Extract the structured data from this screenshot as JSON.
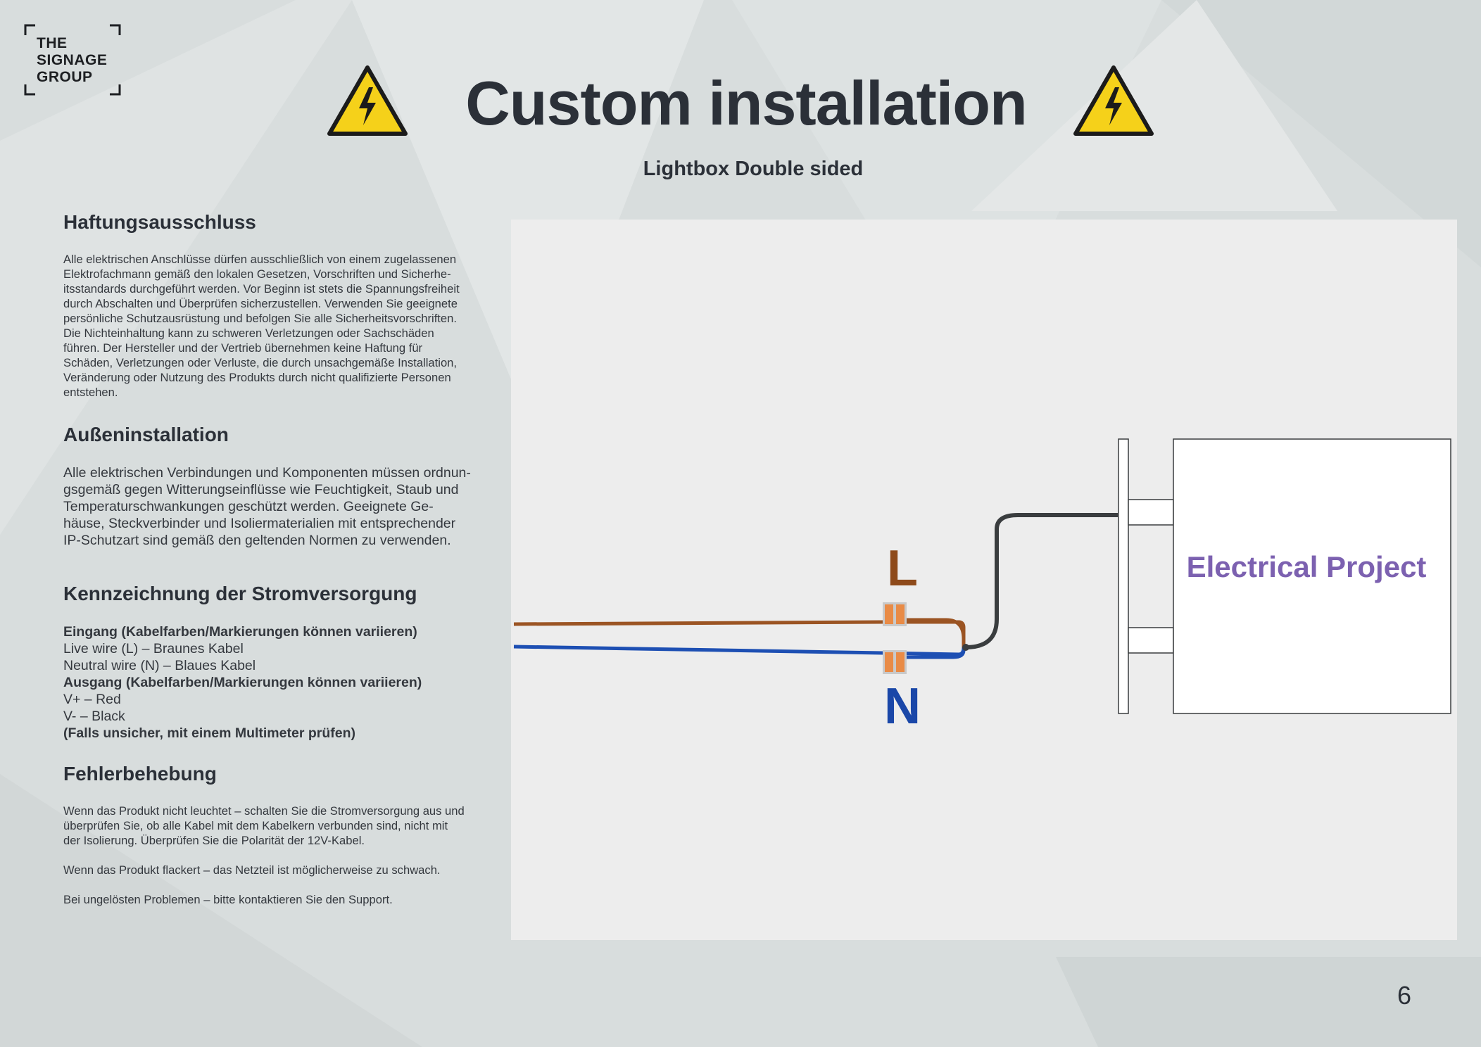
{
  "logo": {
    "lines": [
      "THE",
      "SIGNAGE",
      "GROUP"
    ]
  },
  "header": {
    "title": "Custom installation",
    "subtitle": "Lightbox Double sided"
  },
  "icons": {
    "warning": "high-voltage-warning-icon"
  },
  "colors": {
    "live_wire": "#9b5423",
    "neutral_wire": "#1d4fb3",
    "output_cable": "#3a3d3f",
    "connector": "#e98b46",
    "warning_yellow": "#f5d11a",
    "project_label": "#7c61b0"
  },
  "sections": {
    "disclaimer": {
      "heading": "Haftungsausschluss",
      "lines": [
        "Alle elektrischen Anschlüsse dürfen ausschließlich von einem zugelassenen",
        "Elektrofachmann gemäß den lokalen Gesetzen, Vorschriften und Sicherhe-",
        "itsstandards durchgeführt werden. Vor Beginn ist stets die Spannungsfreiheit",
        "durch Abschalten und Überprüfen sicherzustellen. Verwenden Sie geeignete",
        "persönliche Schutzausrüstung und befolgen Sie alle Sicherheitsvorschriften.",
        "Die Nichteinhaltung kann zu schweren Verletzungen oder Sachschäden",
        "führen. Der Hersteller und der Vertrieb übernehmen keine Haftung für",
        "Schäden, Verletzungen oder Verluste, die durch unsachgemäße Installation,",
        "Veränderung oder Nutzung des Produkts durch nicht qualifizierte Personen",
        "entstehen."
      ]
    },
    "outdoor": {
      "heading": "Außeninstallation",
      "lines": [
        "Alle elektrischen Verbindungen und Komponenten müssen ordnun-",
        "gsgemäß gegen Witterungseinflüsse wie Feuchtigkeit, Staub und",
        "Temperaturschwankungen geschützt werden. Geeignete Ge-",
        "häuse, Steckverbinder und Isoliermaterialien mit entsprechender",
        "IP-Schutzart sind gemäß den geltenden Normen zu verwenden."
      ]
    },
    "power": {
      "heading": "Kennzeichnung der Stromversorgung",
      "input_heading": "Eingang (Kabelfarben/Markierungen können variieren)",
      "live": "Live wire (L) – Braunes Kabel",
      "neutral": "Neutral wire (N) – Blaues Kabel",
      "output_heading": "Ausgang (Kabelfarben/Markierungen können variieren)",
      "vplus": "V+ –  Red",
      "vminus": "V- – Black",
      "note": "(Falls unsicher, mit einem Multimeter prüfen)"
    },
    "troubleshooting": {
      "heading": "Fehlerbehebung",
      "para1_lines": [
        "Wenn das Produkt nicht leuchtet – schalten Sie die Stromversorgung aus und",
        "überprüfen Sie, ob alle Kabel mit dem Kabelkern verbunden sind, nicht mit",
        "der Isolierung. Überprüfen Sie die Polarität der 12V-Kabel."
      ],
      "para2": "Wenn das Produkt flackert – das Netzteil ist möglicherweise zu schwach.",
      "para3": "Bei ungelösten Problemen – bitte kontaktieren Sie den Support."
    }
  },
  "diagram": {
    "live_label": "L",
    "neutral_label": "N",
    "box_label": "Electrical Project"
  },
  "page_number": "6"
}
